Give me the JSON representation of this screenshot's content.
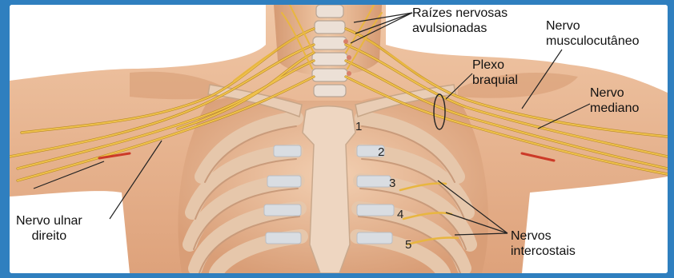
{
  "labels": {
    "raizes": [
      "Raízes nervosas",
      "avulsionadas"
    ],
    "musculo": [
      "Nervo",
      "musculocutâneo"
    ],
    "plexo": [
      "Plexo",
      "braquial"
    ],
    "mediano": [
      "Nervo",
      "mediano"
    ],
    "ulnar": [
      "Nervo ulnar",
      "direito"
    ],
    "intercostais": [
      "Nervos",
      "intercostais"
    ]
  },
  "ribs": [
    "1",
    "2",
    "3",
    "4",
    "5"
  ],
  "colors": {
    "frame": "#2f7fbf",
    "skin": "#e7b48f",
    "bone": "#e9cdb5",
    "cartilage": "#d9dde2",
    "nerve": "#e8b640",
    "nerve_dark": "#b98a22",
    "vessel": "#cc3a28"
  }
}
